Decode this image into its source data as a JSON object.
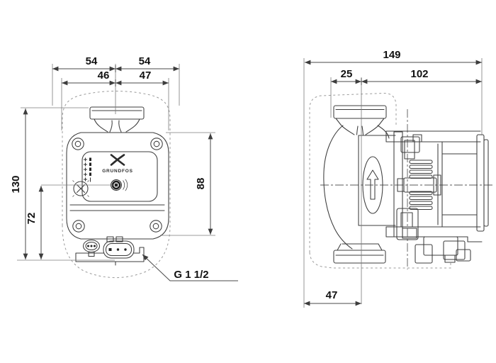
{
  "drawing": {
    "brand": "GRUNDFOS",
    "dimensions": {
      "front": {
        "outer_left": "54",
        "outer_right": "54",
        "inner_left": "46",
        "inner_right": "47",
        "total_height": "130",
        "axis_to_base": "72",
        "box_height": "88",
        "thread": "G 1 1/2"
      },
      "side": {
        "total_length": "149",
        "flange_to_clamp": "25",
        "clamp_to_end": "102",
        "axis_to_port": "47"
      }
    },
    "colors": {
      "line": "#3c3c3c",
      "dimension": "#4a4a4a",
      "dashed_shell": "#9b9b9b",
      "text": "#111111",
      "background": "#ffffff"
    }
  }
}
